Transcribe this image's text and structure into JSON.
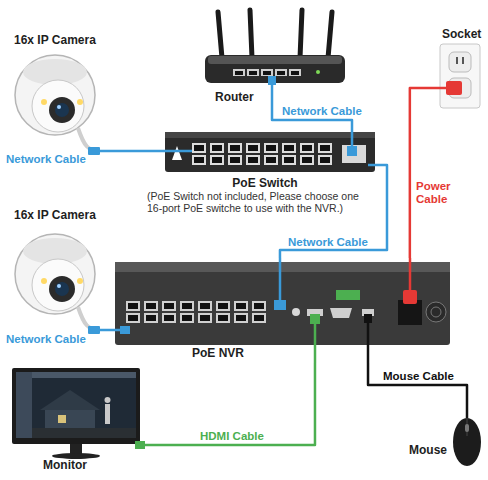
{
  "diagram": {
    "nodes": [
      {
        "text": [
          "16x IP Camera"
        ]
      },
      {
        "text": [
          "Router"
        ]
      },
      {
        "text": [
          "Socket"
        ]
      },
      {
        "text": [
          "PoE Switch",
          "(PoE Switch not included, Please choose one 16-port PoE switche to use with the NVR.)"
        ]
      },
      {
        "text": [
          "16x IP Camera"
        ]
      },
      {
        "text": [
          "PoE NVR"
        ]
      },
      {
        "text": [
          "Monitor"
        ]
      },
      {
        "text": [
          "Mouse"
        ]
      }
    ],
    "edges": [
      {
        "from": 0,
        "to": 3,
        "label": "Network Cable",
        "arrow": "none"
      },
      {
        "from": 1,
        "to": 3,
        "label": "Network Cable",
        "arrow": "none"
      },
      {
        "from": 3,
        "to": 5,
        "label": "Network Cable",
        "arrow": "none"
      },
      {
        "from": 2,
        "to": 5,
        "label": "Power Cable",
        "arrow": "none"
      },
      {
        "from": 4,
        "to": 5,
        "label": "Network Cable",
        "arrow": "none"
      },
      {
        "from": 5,
        "to": 6,
        "label": "HDMI Cable",
        "arrow": "none"
      },
      {
        "from": 5,
        "to": 7,
        "label": "Mouse Cable",
        "arrow": "none"
      }
    ]
  }
}
